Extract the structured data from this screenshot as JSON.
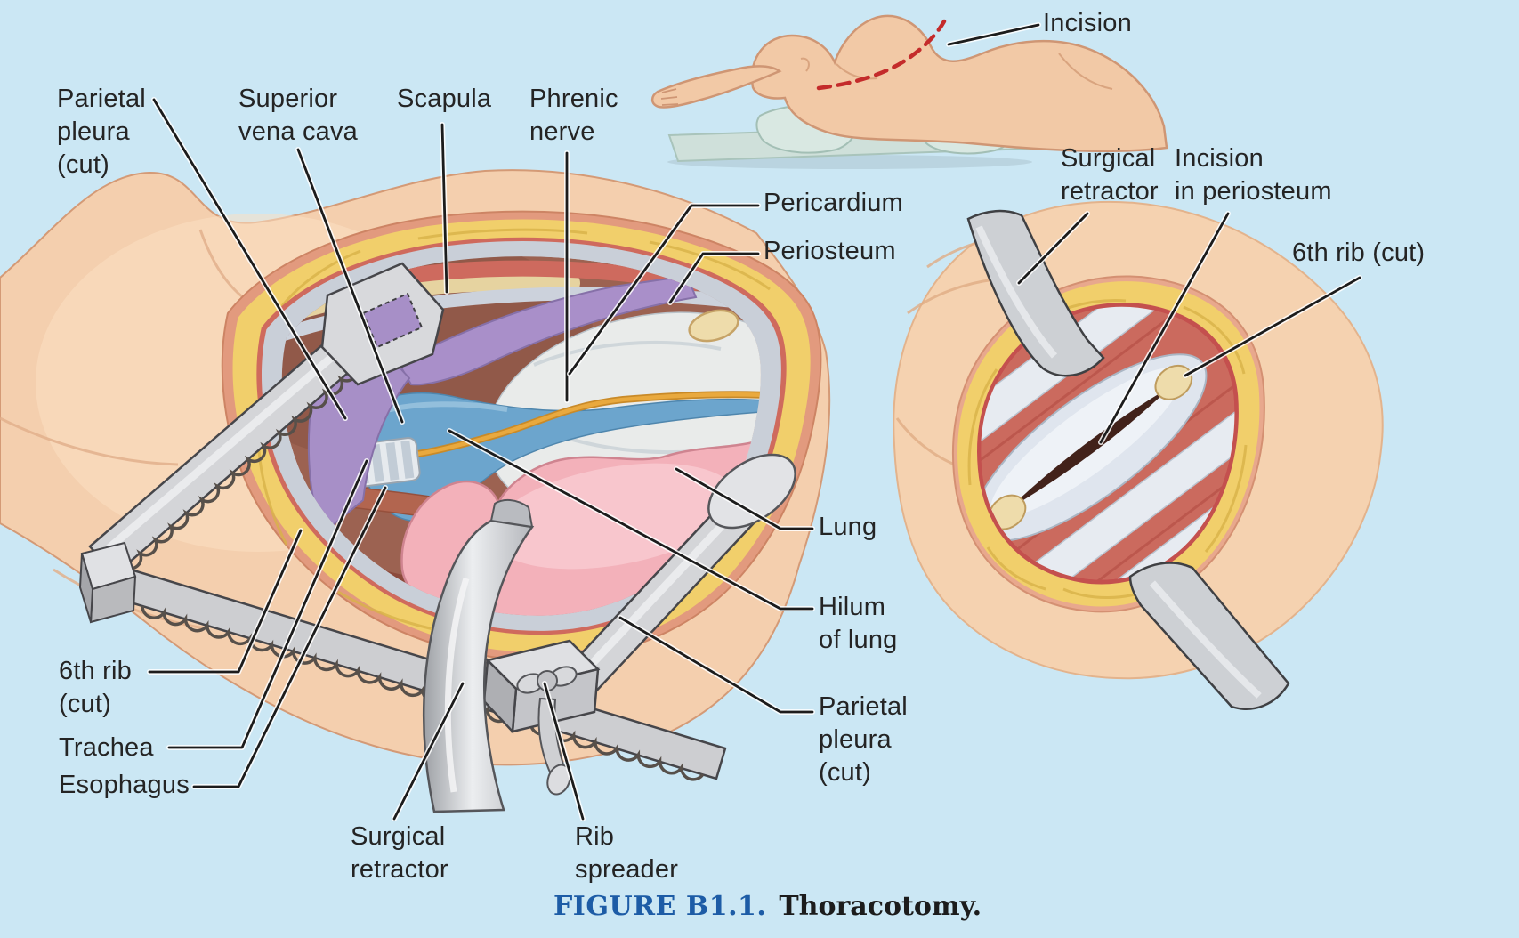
{
  "caption": {
    "figure_label": "FIGURE B1.1.",
    "title": "Thoracotomy."
  },
  "patient_inset": {
    "labels": {
      "incision": "Incision"
    }
  },
  "main_view": {
    "labels": {
      "parietal_pleura_cut": "Parietal\npleura\n(cut)",
      "superior_vena_cava": "Superior\nvena cava",
      "scapula": "Scapula",
      "phrenic_nerve": "Phrenic\nnerve",
      "pericardium": "Pericardium",
      "periosteum": "Periosteum",
      "lung": "Lung",
      "hilum_of_lung": "Hilum\nof lung",
      "parietal_pleura_cut_lower": "Parietal\npleura\n(cut)",
      "sixth_rib_cut": "6th rib\n(cut)",
      "trachea": "Trachea",
      "esophagus": "Esophagus",
      "surgical_retractor": "Surgical\nretractor",
      "rib_spreader": "Rib\nspreader"
    }
  },
  "rib_view": {
    "labels": {
      "surgical_retractor": "Surgical\nretractor",
      "incision_in_periosteum": "Incision\nin periosteum",
      "sixth_rib_cut": "6th rib (cut)"
    }
  },
  "palette": {
    "background": "#cbe7f4",
    "skin": "#f4cfae",
    "fat_yellow": "#f1cf6b",
    "muscle_red": "#cb6a5e",
    "lung_pink": "#f3b1ba",
    "pleura_purple": "#a78fc7",
    "vena_cava_blue": "#6ca5cd",
    "nerve_yellow": "#e9a93e",
    "pericardium_white": "#e9ebea",
    "bone_cream": "#eedcab",
    "metal_gray": "#d4d5d8",
    "incision_red": "#c42b2b",
    "leader_line": "#1c1c1c",
    "label_text": "#242424",
    "caption_blue": "#1d5ca6"
  }
}
